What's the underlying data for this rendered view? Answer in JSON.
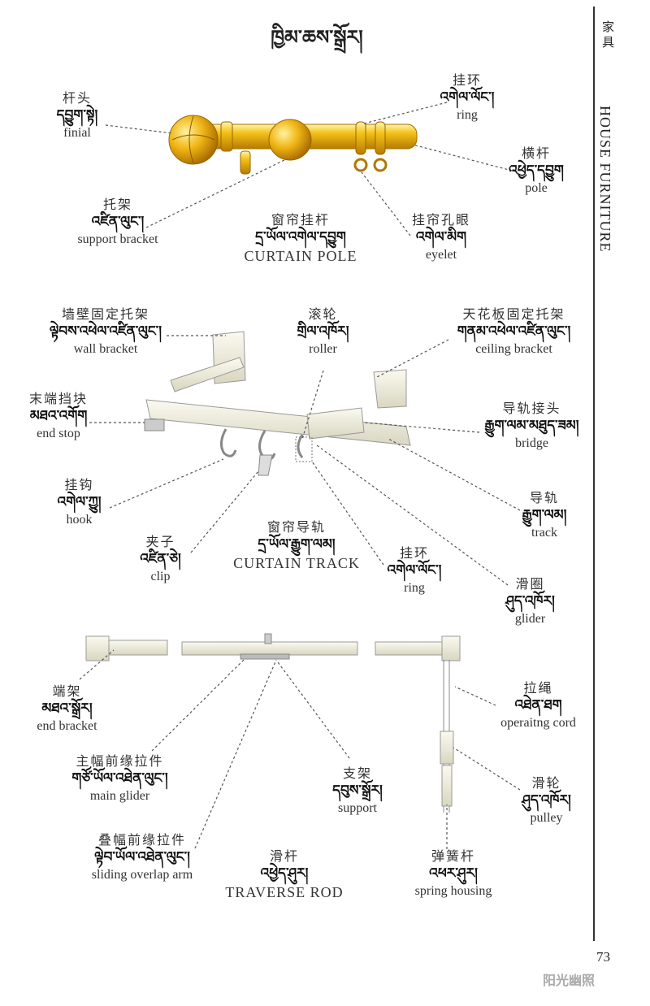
{
  "title": "ཁྱིམ་ཆས་སྒྲོར།",
  "side": {
    "cn": "家具",
    "en": "HOUSE FURNITURE"
  },
  "page_number": "73",
  "watermark": "阳光幽照",
  "section1": {
    "caption": "CURTAIN POLE",
    "caption_cn": "窗帘挂杆",
    "caption_tb": "དྲ་ཡོལ་འགེལ་དབྱུག",
    "labels": {
      "finial": {
        "cn": "杆头",
        "tb": "དབྱུག་སྟེ།",
        "en": "finial"
      },
      "ring": {
        "cn": "挂环",
        "tb": "འགེལ་ལོང་།",
        "en": "ring"
      },
      "pole": {
        "cn": "横杆",
        "tb": "འཕྱེད་དབྱུག",
        "en": "pole"
      },
      "support_bracket": {
        "cn": "托架",
        "tb": "འཛིན་ལུང་།",
        "en": "support bracket"
      },
      "eyelet": {
        "cn": "挂帘孔眼",
        "tb": "འགེལ་མིག",
        "en": "eyelet"
      }
    }
  },
  "section2": {
    "caption": "CURTAIN TRACK",
    "caption_cn": "窗帘导轨",
    "caption_tb": "དྲ་ཡོལ་རྒྱུག་ལམ།",
    "labels": {
      "wall_bracket": {
        "cn": "墙壁固定托架",
        "tb": "ལྟེབས་འཕེལ་འཛིན་ལུང་།",
        "en": "wall bracket"
      },
      "roller": {
        "cn": "滚轮",
        "tb": "གྲིལ་འཁོར།",
        "en": "roller"
      },
      "ceiling_bracket": {
        "cn": "天花板固定托架",
        "tb": "གནམ་འཕེལ་འཛིན་ལུང་།",
        "en": "ceiling bracket"
      },
      "end_stop": {
        "cn": "末端挡块",
        "tb": "མཐའ་འགོག",
        "en": "end stop"
      },
      "bridge": {
        "cn": "导轨接头",
        "tb": "རྒྱུག་ལམ་མཐུད་ཟམ།",
        "en": "bridge"
      },
      "hook": {
        "cn": "挂钩",
        "tb": "འགེལ་ཀྱུ།",
        "en": "hook"
      },
      "track": {
        "cn": "导轨",
        "tb": "རྒྱུག་ལམ།",
        "en": "track"
      },
      "clip": {
        "cn": "夹子",
        "tb": "འཛིན་ཅེ།",
        "en": "clip"
      },
      "ring": {
        "cn": "挂环",
        "tb": "འགེལ་ལོང་།",
        "en": "ring"
      },
      "glider": {
        "cn": "滑圈",
        "tb": "ཤུད་འཁོར།",
        "en": "glider"
      }
    }
  },
  "section3": {
    "caption": "TRAVERSE ROD",
    "caption_cn": "滑杆",
    "caption_tb": "འཕྱེད་ཤུར།",
    "labels": {
      "end_bracket": {
        "cn": "端架",
        "tb": "མཐའ་སྒྲོར།",
        "en": "end bracket"
      },
      "operating_cord": {
        "cn": "拉绳",
        "tb": "འཐེན་ཐག",
        "en": "operaitng cord"
      },
      "main_glider": {
        "cn": "主幅前缘拉件",
        "tb": "གཙོ་ཡོལ་འཐེན་ལུང་།",
        "en": "main glider"
      },
      "support": {
        "cn": "支架",
        "tb": "དབུས་སྒྲོར།",
        "en": "support"
      },
      "pulley": {
        "cn": "滑轮",
        "tb": "ཤུད་འཁོར།",
        "en": "pulley"
      },
      "sliding_overlap_arm": {
        "cn": "叠幅前缘拉件",
        "tb": "ལྟེབ་ཡོལ་འཐེན་ལུང་།",
        "en": "sliding overlap arm"
      },
      "spring_housing": {
        "cn": "弹簧杆",
        "tb": "འཕར་ཤུར།",
        "en": "spring housing"
      }
    }
  }
}
